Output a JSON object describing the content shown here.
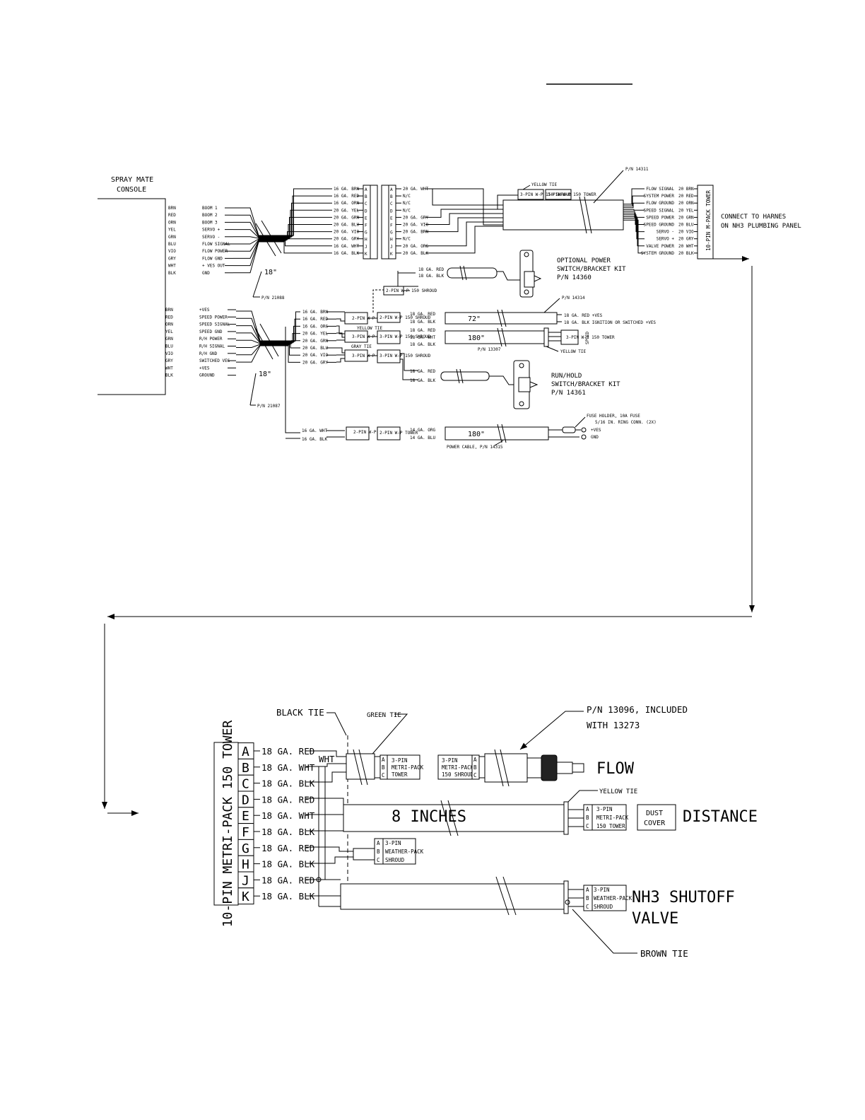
{
  "console": {
    "title": [
      "SPRAY MATE",
      "CONSOLE"
    ],
    "upper_colors": [
      "BRN",
      "RED",
      "ORN",
      "YEL",
      "GRN",
      "BLU",
      "VIO",
      "GRY",
      "WHT",
      "BLK"
    ],
    "upper_labels": [
      "BOOM 1",
      "BOOM 2",
      "BOOM 3",
      "SERVO +",
      "SERVO -",
      "FLOW SIGNAL",
      "FLOW POWER",
      "FLOW GND",
      "+ VES OUT",
      "GND"
    ],
    "lower_colors": [
      "BRN",
      "RED",
      "ORN",
      "YEL",
      "GRN",
      "BLU",
      "VIO",
      "GRY",
      "WHT",
      "BLK"
    ],
    "lower_labels": [
      "+VES",
      "SPEED POWER",
      "SPEED SIGNAL",
      "SPEED GND",
      "R/H POWER",
      "R/H SIGNAL",
      "R/H GND",
      "SWITCHED VES",
      "+VES",
      "GROUND"
    ]
  },
  "harness_upper": {
    "length": "18\"",
    "part": "P/N 21088",
    "wires": [
      "16 GA. BRN",
      "16 GA. RED",
      "16 GA. ORN",
      "20 GA. YEL",
      "20 GA. GRN",
      "20 GA. BLU",
      "20 GA. VIO",
      "20 GA. GRY",
      "16 GA. WHT",
      "16 GA. BLK"
    ],
    "pins": [
      "A",
      "B",
      "C",
      "D",
      "E",
      "F",
      "G",
      "H",
      "J",
      "K"
    ],
    "right_wires": [
      "20 GA. WHT",
      "N/C",
      "N/C",
      "N/C",
      "20 GA. GRY",
      "20 GA. VIO",
      "20 GA. BRN",
      "N/C",
      "20 GA. ORG",
      "20 GA. BLK"
    ]
  },
  "cable_upper": {
    "part": "P/N 14311",
    "tie": "YELLOW TIE",
    "conn_left": "3-PIN W-P 150 SHROUD",
    "conn_right": "3-PIN W-P 150 TOWER",
    "signals": [
      "FLOW SIGNAL",
      "SYSTEM POWER",
      "FLOW GROUND",
      "SPEED SIGNAL",
      "SPEED POWER",
      "SPEED GROUND",
      "SERVO -",
      "SERVO +",
      "VALVE POWER",
      "SYSTEM GROUND"
    ],
    "gauges": [
      "20 BRN",
      "20 RED",
      "20 ORN",
      "20 YEL",
      "20 GRN",
      "20 BLU",
      "20 VIO",
      "20 GRY",
      "20 WHT",
      "20 BLK"
    ],
    "tower_label": "10-PIN M-PACK TOWER",
    "connect_note": [
      "CONNECT TO HARNES",
      "ON NH3 PLUMBING PANEL"
    ]
  },
  "optional_power": {
    "label": [
      "OPTIONAL POWER",
      "SWITCH/BRACKET KIT",
      "P/N 14360"
    ],
    "wires": [
      "18 GA. RED",
      "18 GA. BLK"
    ],
    "conn": "2-PIN W-P 150 SHROUD"
  },
  "harness_lower": {
    "length": "18\"",
    "part": "P/N 21087",
    "wires": [
      "16 GA. BRN",
      "16 GA. RED",
      "16 GA. ORG",
      "20 GA. YEL",
      "20 GA. GRN",
      "20 GA. BLU",
      "20 GA. VIO",
      "20 GA. GRY"
    ],
    "ties": [
      "YELLOW TIE",
      "GRAY TIE"
    ],
    "conn_a": "2-PIN W-P 150 TOWER",
    "conn_b": "3-PIN W-P 150 TOWER",
    "conn_c": "3-PIN W-P 150 TOWER",
    "power_wires": [
      "16 GA. WHT",
      "16 GA. BLK"
    ],
    "power_conn": "2-PIN W-P SHROUD"
  },
  "cable_72": {
    "conn": "2-PIN W-P 150 SHROUD",
    "wires": [
      "18 GA. RED",
      "18 GA. BLK"
    ],
    "length": "72\"",
    "part": "P/N 14314",
    "ends": [
      "18 GA. RED +VES",
      "18 GA. BLK IGNITION OR SWITCHED +VES"
    ]
  },
  "cable_180a": {
    "conn": "3-PIN W-P 150 SHROUD",
    "wires": [
      "18 GA. RED",
      "18 GA. WHT",
      "18 GA. BLK"
    ],
    "length": "180\"",
    "part": "P/N 13307",
    "tie": "YELLOW TIE",
    "end_conn": "3-PIN W-P 150 TOWER",
    "end_tag": "SPEED"
  },
  "run_hold": {
    "conn": "3-PIN W-P 150 SHROUD",
    "wires": [
      "18 GA. RED",
      "18 GA. BLK"
    ],
    "label": [
      "RUN/HOLD",
      "SWITCH/BRACKET KIT",
      "P/N 14361"
    ]
  },
  "power_cable": {
    "conn": "2-PIN W-P TOWER",
    "wires": [
      "14 GA. ORG",
      "14 GA. BLU"
    ],
    "length": "180\"",
    "part": "POWER CABLE, P/N 14315",
    "fuse": [
      "FUSE HOLDER, 10A FUSE",
      "5/16 IN. RING CONN. (2X)"
    ],
    "ends": [
      "+VES",
      "GND"
    ]
  },
  "bottom": {
    "tower": "10-PIN METRI-PACK 150 TOWER",
    "pins": [
      "A",
      "B",
      "C",
      "D",
      "E",
      "F",
      "G",
      "H",
      "J",
      "K"
    ],
    "wires": [
      "18 GA. RED",
      "18 GA. WHT",
      "18 GA. BLK",
      "18 GA. RED",
      "18 GA. WHT",
      "18 GA. BLK",
      "18 GA. RED",
      "18 GA. BLK",
      "18 GA. RED",
      "18 GA. BLK"
    ],
    "wht_label": "WHT",
    "black_tie": "BLACK TIE",
    "green_tie": "GREEN TIE",
    "yellow_tie": "YELLOW TIE",
    "brown_tie": "BROWN TIE",
    "flow_tower": [
      "3-PIN",
      "METRI-PACK",
      "TOWER"
    ],
    "flow_shroud": [
      "3-PIN",
      "METRI-PACK",
      "150 SHROUD"
    ],
    "part_note": [
      "P/N 13096, INCLUDED",
      "WITH 13273"
    ],
    "flow": "FLOW",
    "length": "8 INCHES",
    "dist_tower": [
      "3-PIN",
      "METRI-PACK",
      "150 TOWER"
    ],
    "dust": [
      "DUST",
      "COVER"
    ],
    "distance": "DISTANCE",
    "weather_shroud": [
      "3-PIN",
      "WEATHER-PACK",
      "SHROUD"
    ],
    "nh3_shroud": [
      "3-PIN",
      "WEATHER-PACK",
      "SHROUD"
    ],
    "nh3": [
      "NH3 SHUTOFF",
      "VALVE"
    ],
    "abc": [
      "A",
      "B",
      "C"
    ]
  }
}
